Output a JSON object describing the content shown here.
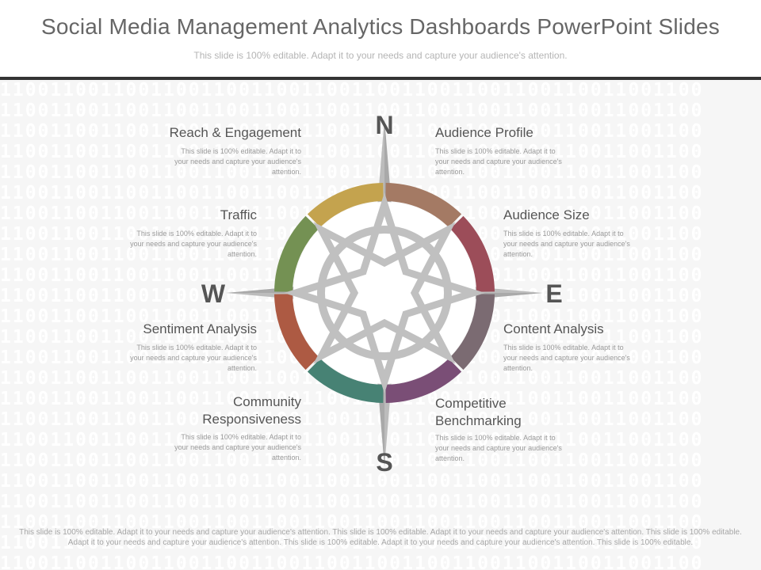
{
  "header": {
    "title": "Social Media Management Analytics Dashboards PowerPoint Slides",
    "subtitle": "This slide is 100% editable. Adapt it to your needs and capture your audience's attention."
  },
  "background_pattern": "11001100110011001100110011001100110011001100110011001100",
  "compass": {
    "directions": {
      "n": "N",
      "e": "E",
      "s": "S",
      "w": "W"
    },
    "segment_colors": [
      "#a47a64",
      "#9c4d59",
      "#7b6b72",
      "#7a4e76",
      "#478274",
      "#ad5a43",
      "#749153",
      "#c4a34e"
    ],
    "star_color": "#c0c0c0"
  },
  "items": [
    {
      "name": "reach",
      "title": "Reach & Engagement",
      "desc": "This slide is 100% editable. Adapt it to your needs and capture your audience's attention."
    },
    {
      "name": "audience-profile",
      "title": "Audience Profile",
      "desc": "This slide is 100% editable. Adapt it to your needs and capture your audience's attention."
    },
    {
      "name": "traffic",
      "title": "Traffic",
      "desc": "This slide is 100% editable. Adapt it to your needs and capture your audience's attention."
    },
    {
      "name": "audience-size",
      "title": "Audience Size",
      "desc": "This slide is 100% editable. Adapt it to your needs and capture your audience's attention."
    },
    {
      "name": "sentiment",
      "title": "Sentiment Analysis",
      "desc": "This slide is 100% editable. Adapt it to your needs and capture your audience's attention."
    },
    {
      "name": "content",
      "title": "Content Analysis",
      "desc": "This slide is 100% editable. Adapt it to your needs and capture your audience's attention."
    },
    {
      "name": "community",
      "title": "Community Responsiveness",
      "desc": "This slide is 100% editable. Adapt it to your needs and capture your audience's attention."
    },
    {
      "name": "competitive",
      "title": "Competitive Benchmarking",
      "desc": "This slide is 100% editable. Adapt it to your needs and capture your audience's attention."
    }
  ],
  "footer": "This slide is 100% editable. Adapt it to your needs and capture your audience's attention. This slide is 100% editable. Adapt it to your needs and capture your audience's attention. This slide is 100% editable. Adapt it to your needs and capture your audience's attention. This slide is 100% editable. Adapt it to your needs and capture your audience's attention. This slide is 100% editable."
}
